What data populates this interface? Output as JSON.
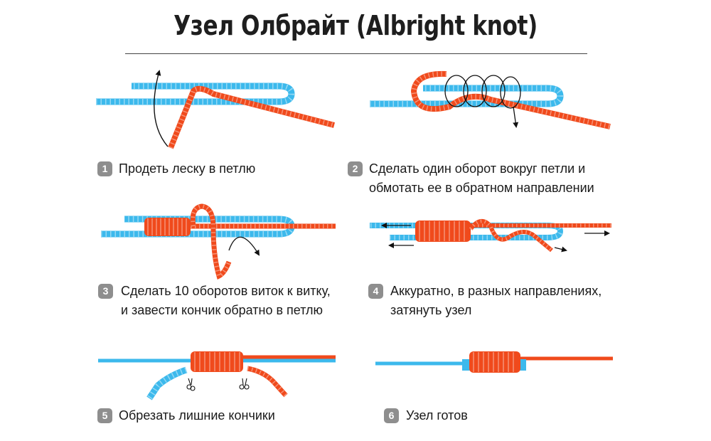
{
  "title": "Узел Олбрайт (Albright knot)",
  "colors": {
    "blue_line": "#3cb9ec",
    "orange_line": "#f04a1c",
    "arrow": "#111111",
    "badge": "#8e8e8e"
  },
  "steps": [
    {
      "number": "1",
      "line1": "Продеть леску в петлю",
      "line2": ""
    },
    {
      "number": "2",
      "line1": "Сделать один оборот вокруг петли и",
      "line2": "обмотать ее в обратном направлении"
    },
    {
      "number": "3",
      "line1": "Сделать 10 оборотов виток к витку,",
      "line2": "и завести кончик обратно в петлю"
    },
    {
      "number": "4",
      "line1": "Аккуратно, в разных направлениях,",
      "line2": "затянуть узел"
    },
    {
      "number": "5",
      "line1": "Обрезать лишние кончики",
      "line2": ""
    },
    {
      "number": "6",
      "line1": "Узел готов",
      "line2": ""
    }
  ]
}
